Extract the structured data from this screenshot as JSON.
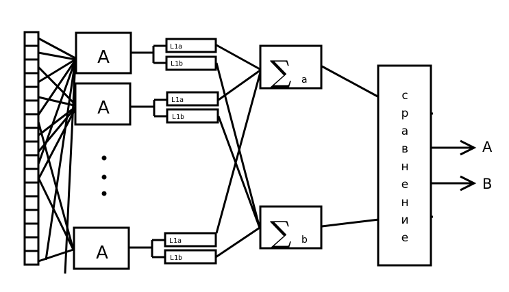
{
  "diagram": {
    "input_strip": {
      "cell_count": 17
    },
    "a_blocks": [
      {
        "label": "A"
      },
      {
        "label": "A"
      },
      {
        "label": "A"
      }
    ],
    "ellipsis": "⋮",
    "outputs_per_block": [
      {
        "top": "L1a",
        "bottom": "L1b"
      },
      {
        "top": "L1a",
        "bottom": "L1b"
      },
      {
        "top": "L1a",
        "bottom": "L1b"
      }
    ],
    "sum_blocks": [
      {
        "symbol": "∑",
        "subscript": "a"
      },
      {
        "symbol": "∑",
        "subscript": "b"
      }
    ],
    "comparator": {
      "label_letters": [
        "с",
        "р",
        "а",
        "в",
        "н",
        "е",
        "н",
        "и",
        "е"
      ],
      "label": "сравнение"
    },
    "outputs": [
      {
        "label": "A"
      },
      {
        "label": "B"
      }
    ]
  }
}
